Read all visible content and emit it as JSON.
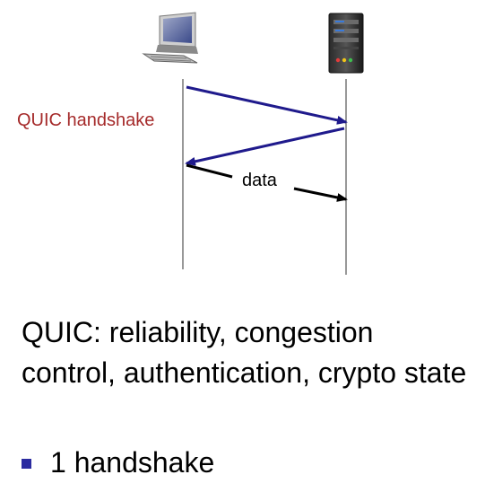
{
  "diagram": {
    "handshake_label": "QUIC handshake",
    "data_label": "data",
    "colors": {
      "arrow": "#1f1a8c",
      "data_arrow": "#000000",
      "timeline": "#555555",
      "handshake_label": "#a52a2a"
    },
    "icons": {
      "client": "desktop-computer-icon",
      "server": "server-tower-icon"
    }
  },
  "text": {
    "description": "QUIC:  reliability, congestion control, authentication, crypto state",
    "bullets": [
      "1 handshake"
    ],
    "bullet_color": "#2b2ba0"
  }
}
